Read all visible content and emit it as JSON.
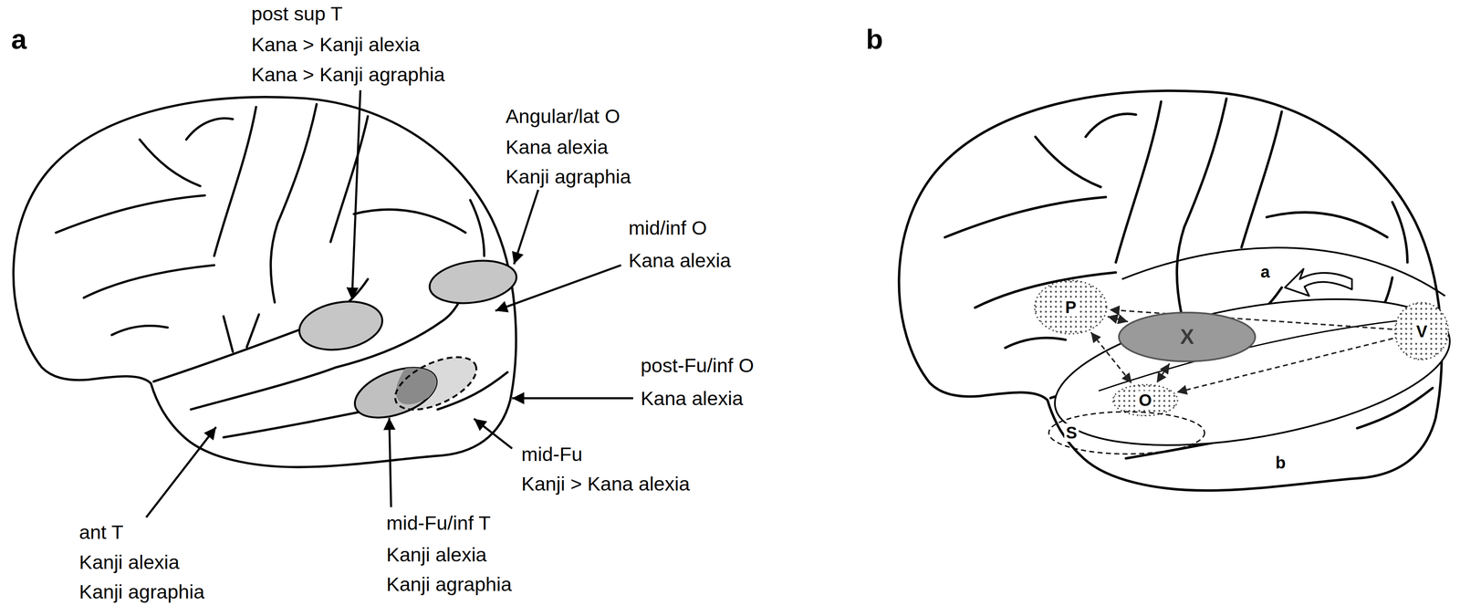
{
  "diagram": {
    "nodes": [
      {
        "text": [
          "P"
        ]
      },
      {
        "text": [
          "X"
        ]
      },
      {
        "text": [
          "O"
        ]
      },
      {
        "text": [
          "S"
        ]
      },
      {
        "text": [
          "V"
        ]
      }
    ],
    "edges": [
      {
        "from": 0,
        "to": 1,
        "arrow": "both"
      },
      {
        "from": 1,
        "to": 2,
        "arrow": "both"
      },
      {
        "from": 0,
        "to": 2,
        "arrow": "both"
      },
      {
        "from": 4,
        "to": 0,
        "arrow": "to"
      },
      {
        "from": 4,
        "to": 2,
        "arrow": "to"
      }
    ],
    "labels": [
      "a",
      "b",
      "post sup T",
      "Kana > Kanji alexia",
      "Kana > Kanji agraphia",
      "Angular/lat O",
      "Kana alexia",
      "Kanji agraphia",
      "mid/inf O",
      "Kana alexia",
      "post-Fu/inf O",
      "Kana alexia",
      "mid-Fu",
      "Kanji > Kana alexia",
      "mid-Fu/inf T",
      "Kanji alexia",
      "Kanji agraphia",
      "ant T",
      "Kanji alexia",
      "Kanji agraphia",
      "a",
      "b"
    ]
  }
}
